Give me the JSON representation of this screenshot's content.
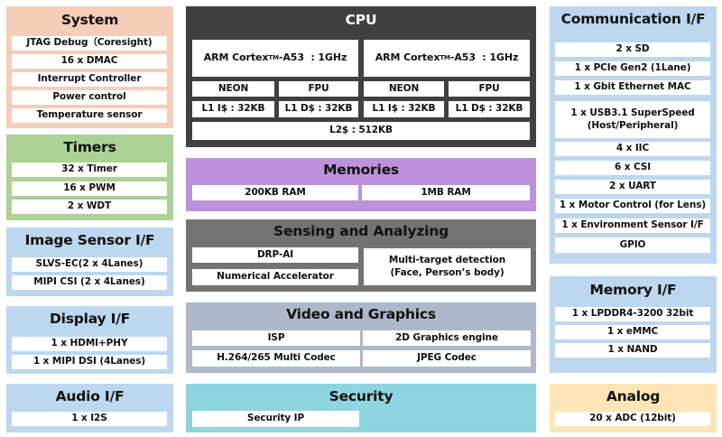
{
  "blocks": {
    "system": {
      "title": "System",
      "color": "#f6cdb9",
      "items": [
        "JTAG Debug（Coresight)",
        "16 x DMAC",
        "Interrupt Controller",
        "Power control",
        "Temperature sensor"
      ]
    },
    "timers": {
      "title": "Timers",
      "color": "#acd297",
      "items": [
        "32 x Timer",
        "16 x PWM",
        "2 x WDT"
      ]
    },
    "image_sensor": {
      "title": "Image Sensor I/F",
      "color": "#bdd7ee",
      "items": [
        "SLVS-EC(2 x 4Lanes)",
        "MIPI CSI (2 x 4Lanes)"
      ]
    },
    "display": {
      "title": "Display I/F",
      "color": "#bdd7ee",
      "items": [
        "1 x HDMI+PHY",
        "1 x MIPI DSI (4Lanes)"
      ]
    },
    "audio": {
      "title": "Audio I/F",
      "color": "#bdd7ee",
      "items": [
        "1 x I2S"
      ]
    },
    "cpu": {
      "title": "CPU",
      "color": "#404040",
      "items": [
        "NEON",
        "FPU",
        "NEON",
        "FPU",
        "L1 I$ : 32KB",
        "L1 D$ : 32KB",
        "L1 I$ : 32KB",
        "L1 D$ : 32KB",
        "L2$ : 512KB"
      ],
      "cores": [
        {
          "pre": "ARM Cortex",
          "sup": "TM",
          "post": "-A53  : 1GHz"
        },
        {
          "pre": "ARM Cortex",
          "sup": "TM",
          "post": "-A53  : 1GHz"
        }
      ]
    },
    "memories": {
      "title": "Memories",
      "color": "#bc92dc",
      "items": [
        "200KB RAM",
        "1MB RAM"
      ]
    },
    "sensing": {
      "title": "Sensing and Analyzing",
      "color": "#737373",
      "items": [
        "DRP-AI",
        "Numerical Accelerator",
        "Multi-target detection\n(Face, Person’s body)"
      ]
    },
    "video": {
      "title": "Video and Graphics",
      "color": "#adb9ca",
      "items": [
        "ISP",
        "2D Graphics engine",
        "H.264/265 Multi Codec",
        "JPEG Codec"
      ]
    },
    "security": {
      "title": "Security",
      "color": "#8fd5e0",
      "items": [
        "Security IP"
      ]
    },
    "communication": {
      "title": "Communication I/F",
      "color": "#bdd7ee",
      "items": [
        "2 x SD",
        "1 x PCIe Gen2 (1Lane)",
        "1 x Gbit Ethernet MAC",
        "1 x USB3.1 SuperSpeed\n(Host/Peripheral)",
        "4 x IIC",
        "6 x CSI",
        "2 x UART",
        "1 x Motor Control (for Lens)",
        "1 x Environment Sensor I/F",
        "GPIO"
      ]
    },
    "memory_if": {
      "title": "Memory I/F",
      "color": "#bdd7ee",
      "items": [
        "1 x LPDDR4-3200 32bit",
        "1 x eMMC",
        "1 x NAND"
      ]
    },
    "analog": {
      "title": "Analog",
      "color": "#fde5b5",
      "items": [
        "20 x ADC (12bit)"
      ]
    }
  }
}
